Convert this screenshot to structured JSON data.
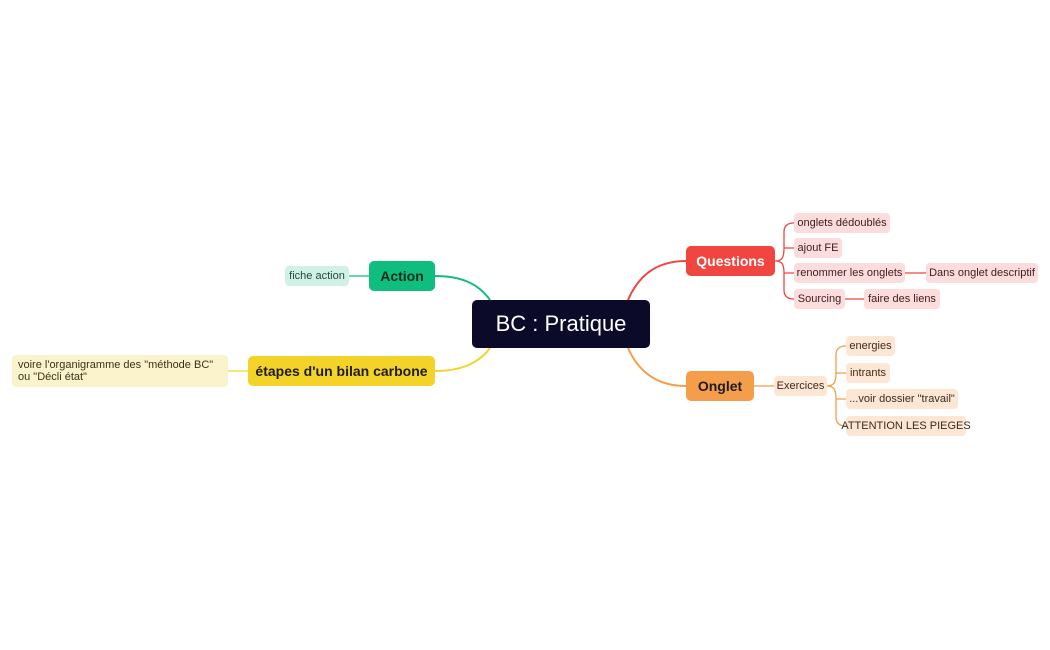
{
  "central": {
    "label": "BC : Pratique"
  },
  "branches": {
    "questions": {
      "label": "Questions",
      "color": "#f1463f",
      "children": {
        "onglets_dedoubles": "onglets dédoublés",
        "ajout_fe": "ajout FE",
        "renommer": "renommer les onglets",
        "renommer_child": "Dans onglet descriptif",
        "sourcing": "Sourcing",
        "sourcing_child": "faire des liens"
      }
    },
    "onglet": {
      "label": "Onglet",
      "color": "#f49e4c",
      "exercices": "Exercices",
      "exercices_children": {
        "energies": "energies",
        "intrants": "intrants",
        "voir_dossier": "...voir dossier \"travail\"",
        "attention": "ATTENTION LES PIEGES"
      }
    },
    "action": {
      "label": "Action",
      "color": "#0fbd7e",
      "fiche": "fiche action"
    },
    "etapes": {
      "label": "étapes d'un bilan carbone",
      "color": "#f4d328",
      "note": "voire l'organigramme des \"méthode BC\" ou \"Décli état\""
    }
  }
}
